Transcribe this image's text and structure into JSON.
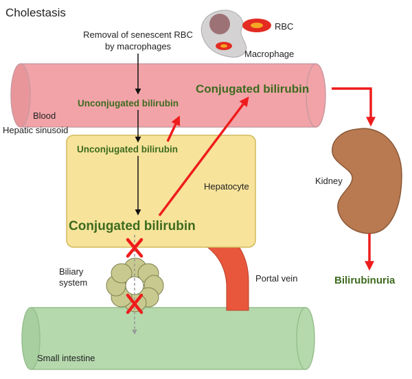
{
  "title": "Cholestasis",
  "labels": {
    "removal_line1": "Removal of senescent RBC",
    "removal_line2": "by macrophages",
    "rbc": "RBC",
    "macrophage": "Macrophage",
    "blood": "Blood",
    "hepatic_sinusoid": "Hepatic sinusoid",
    "unconjugated_blood": "Unconjugated bilirubin",
    "conjugated_blood": "Conjugated bilirubin",
    "unconjugated_hepatocyte": "Unconjugated bilirubin",
    "conjugated_hepatocyte": "Conjugated bilirubin",
    "hepatocyte": "Hepatocyte",
    "kidney": "Kidney",
    "bilirubinuria": "Bilirubinuria",
    "biliary_line1": "Biliary",
    "biliary_line2": "system",
    "portal_vein": "Portal vein",
    "small_intestine": "Small intestine"
  },
  "colors": {
    "blood_vessel": "#f2a3a8",
    "hepatocyte": "#f7e39a",
    "intestine": "#b5d9ad",
    "kidney": "#b97a51",
    "portal_vein": "#e8573c",
    "arrow_red": "#ee1c1c",
    "text_green": "#3d6b1f",
    "rbc": "#e32b22",
    "macrophage": "#d4d2d2",
    "biliary": "#c8c98f"
  },
  "icons": {
    "block_mark": "red-x-icon"
  }
}
